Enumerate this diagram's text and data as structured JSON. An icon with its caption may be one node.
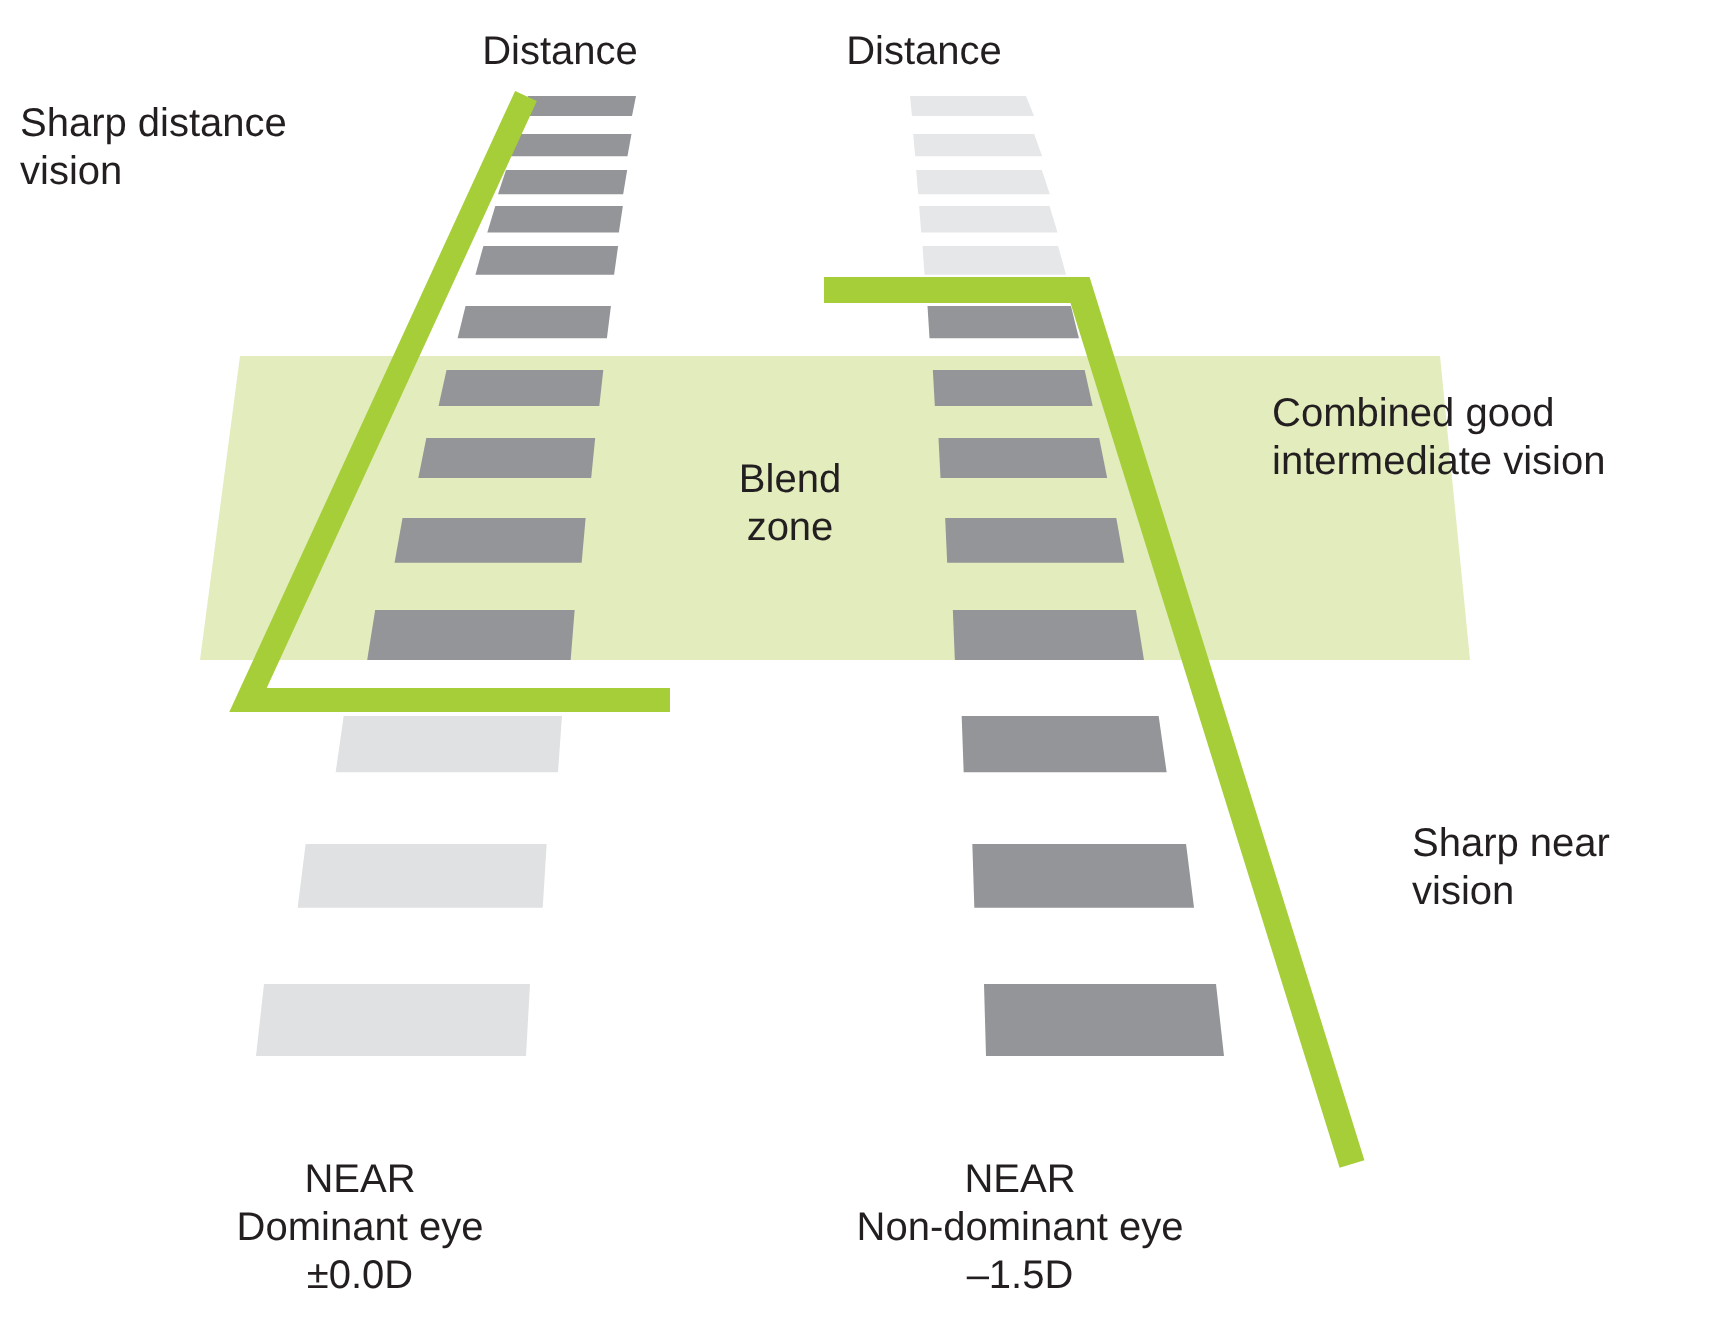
{
  "diagram": {
    "nodes": [
      {
        "text": [
          "Blend zone"
        ]
      }
    ],
    "edges": [],
    "labels": [
      "Distance",
      "Distance",
      "Sharp distance vision",
      "Combined good intermediate vision",
      "Sharp near vision",
      "NEAR",
      "Dominant eye",
      "±0.0D",
      "NEAR",
      "Non-dominant eye",
      "–1.5D"
    ]
  }
}
